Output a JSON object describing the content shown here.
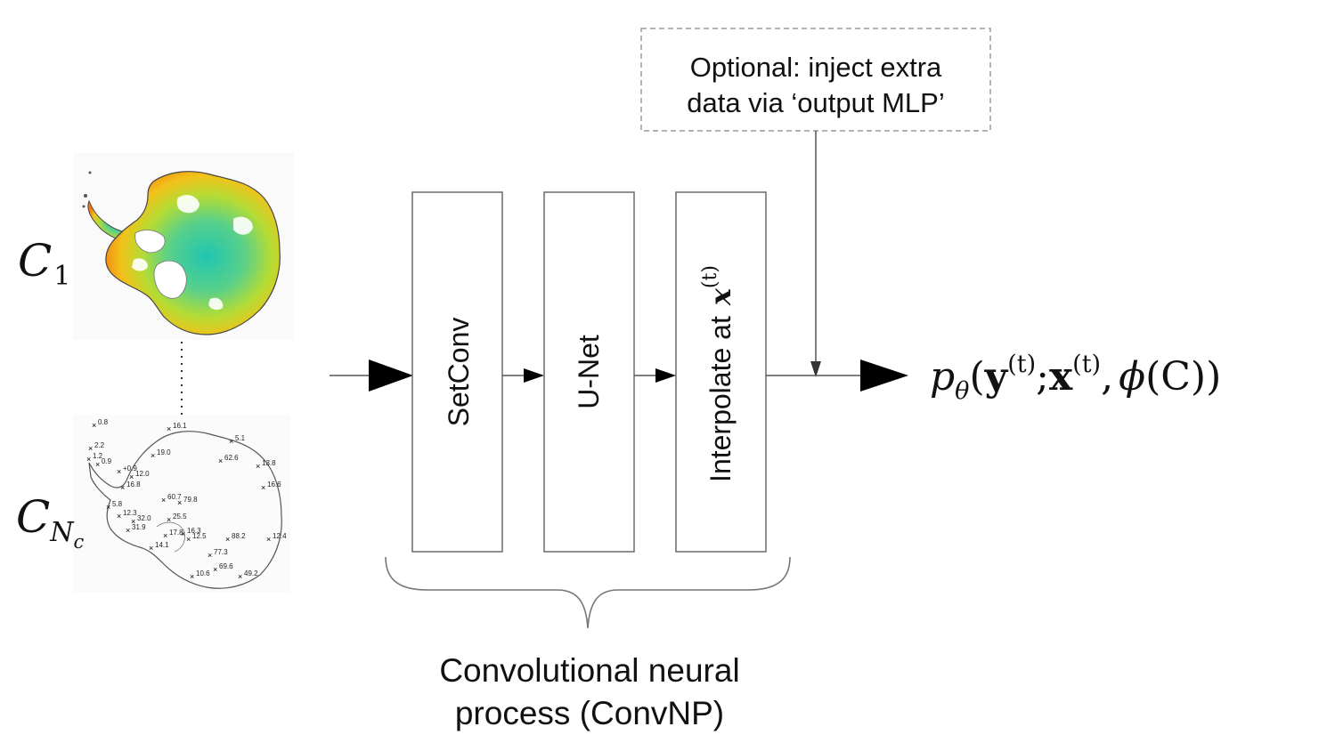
{
  "contexts": {
    "first": {
      "letter": "C",
      "subscript": "1"
    },
    "last": {
      "letter": "C",
      "subscript": "N",
      "subsubscript": "c"
    }
  },
  "stations": [
    {
      "label": "0.8"
    },
    {
      "label": "2.2"
    },
    {
      "label": "1.2"
    },
    {
      "label": "0.9"
    },
    {
      "label": "+0.9"
    },
    {
      "label": "12.0"
    },
    {
      "label": "16.8"
    },
    {
      "label": "16.1"
    },
    {
      "label": "19.0"
    },
    {
      "label": "5.1"
    },
    {
      "label": "62.6"
    },
    {
      "label": "13.8"
    },
    {
      "label": "16.6"
    },
    {
      "label": "60.7"
    },
    {
      "label": "79.8"
    },
    {
      "label": "5.8"
    },
    {
      "label": "12.3"
    },
    {
      "label": "32.0"
    },
    {
      "label": "25.5"
    },
    {
      "label": "31.9"
    },
    {
      "label": "17.8"
    },
    {
      "label": "16.3"
    },
    {
      "label": "12.5"
    },
    {
      "label": "88.2"
    },
    {
      "label": "12.4"
    },
    {
      "label": "14.1"
    },
    {
      "label": "77.3"
    },
    {
      "label": "69.6"
    },
    {
      "label": "49.2"
    },
    {
      "label": "10.6"
    }
  ],
  "blocks": [
    {
      "label": "SetConv"
    },
    {
      "label": "U-Net"
    },
    {
      "label": "Interpolate at",
      "math": "x",
      "math_sup": "(t)"
    }
  ],
  "note": {
    "line1": "Optional: inject extra",
    "line2": "data via ‘output MLP’"
  },
  "group": {
    "line1": "Convolutional neural",
    "line2": "process (ConvNP)"
  },
  "output": {
    "p": "p",
    "theta": "θ",
    "open": "(",
    "y": "y",
    "sup1": "(t)",
    "semi": ";",
    "x": "x",
    "sup2": "(t)",
    "comma": ",",
    "phi": "ϕ",
    "inner": "(C))"
  },
  "colors": {
    "ice_low": "#1fc6b0",
    "ice_mid": "#9fd83a",
    "ice_high": "#f2c21a",
    "ice_edge": "#f07a12",
    "stroke": "#555555",
    "note_border": "#9a9a9a"
  }
}
